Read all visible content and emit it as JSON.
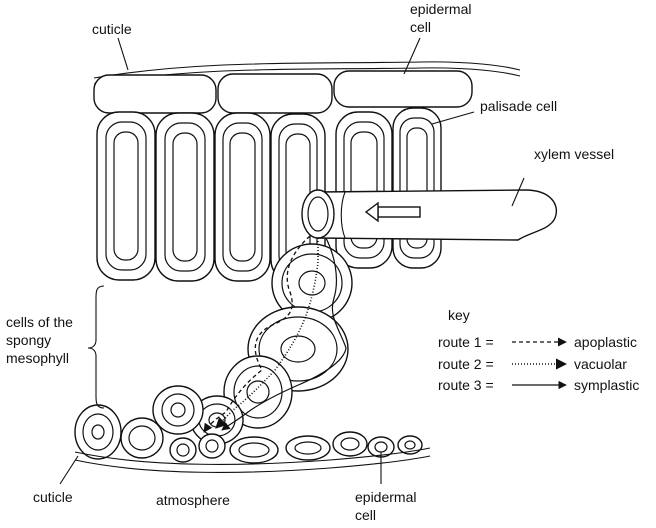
{
  "labels": {
    "cuticle_top": "cuticle",
    "epidermal_top_1": "epidermal",
    "epidermal_top_2": "cell",
    "palisade": "palisade cell",
    "xylem": "xylem vessel",
    "spongy_1": "cells of the",
    "spongy_2": "spongy",
    "spongy_3": "mesophyll",
    "cuticle_bottom": "cuticle",
    "atmosphere": "atmosphere",
    "epidermal_bottom_1": "epidermal",
    "epidermal_bottom_2": "cell"
  },
  "key": {
    "title": "key",
    "routes": [
      {
        "label": "route 1 =",
        "name": "apoplastic",
        "line_style": "dashed"
      },
      {
        "label": "route 2 =",
        "name": "vacuolar",
        "line_style": "dotted"
      },
      {
        "label": "route 3 =",
        "name": "symplastic",
        "line_style": "solid"
      }
    ]
  },
  "colors": {
    "line": "#111111",
    "background": "#ffffff"
  }
}
